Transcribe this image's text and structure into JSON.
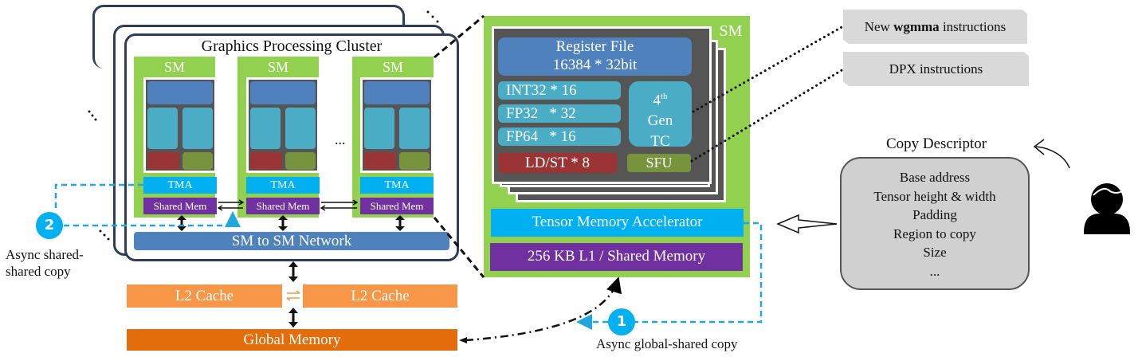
{
  "gpc": {
    "title": "Graphics Processing Cluster",
    "sm_label": "SM",
    "tma_label": "TMA",
    "shared_mem_label": "Shared Mem",
    "network_label": "SM to SM Network",
    "ellipsis": "..."
  },
  "memory": {
    "l2_left": "L2 Cache",
    "l2_right": "L2 Cache",
    "global": "Global Memory"
  },
  "sm_detail": {
    "label": "SM",
    "register_file": [
      "Register File",
      "16384 * 32bit"
    ],
    "int32": "INT32 * 16",
    "fp32": "FP32   * 32",
    "fp64": "FP64   * 16",
    "tensor_core": {
      "gen": "4",
      "suffix": "th",
      "line2": "Gen",
      "line3": "TC"
    },
    "ldst": "LD/ST * 8",
    "sfu": "SFU",
    "tma": "Tensor Memory Accelerator",
    "l1": "256 KB L1 / Shared Memory"
  },
  "callouts": {
    "wgmma": {
      "prefix": "New ",
      "bold": "wgmma",
      "suffix": " instructions"
    },
    "dpx": "DPX instructions"
  },
  "copy_descriptor": {
    "title": "Copy Descriptor",
    "fields": [
      "Base address",
      "Tensor height & width",
      "Padding",
      "Region to copy",
      "Size",
      "..."
    ]
  },
  "annotations": {
    "badge1": "1",
    "badge1_label": "Async global-shared copy",
    "badge2": "2",
    "badge2_label": [
      "Async shared-",
      "shared copy"
    ]
  },
  "colors": {
    "sm_green": "#92d050",
    "tma_blue": "#00b0f0",
    "shared_purple": "#7030a0",
    "network_blue": "#4f81bd",
    "l2_orange": "#f79646",
    "global_orange": "#e46c0a",
    "callout_gray": "#d9d9d9"
  }
}
